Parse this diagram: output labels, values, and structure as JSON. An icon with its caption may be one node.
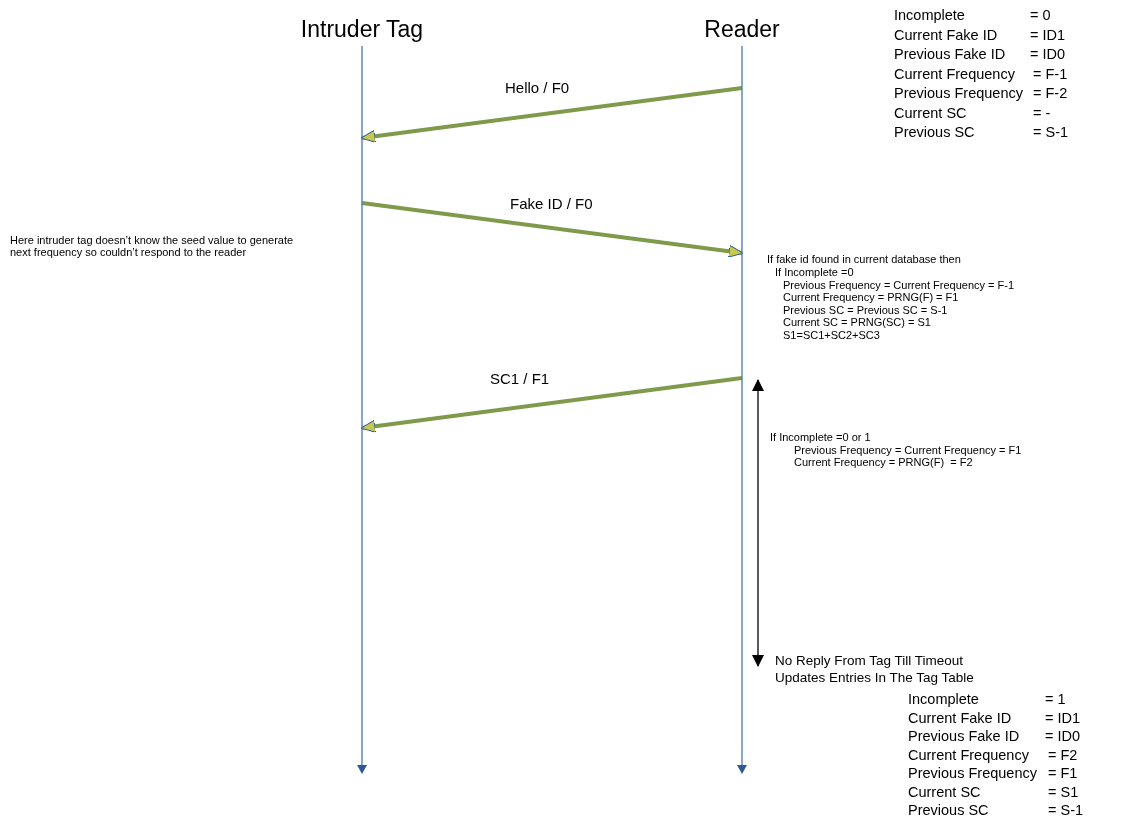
{
  "diagram": {
    "nodes": [
      {
        "text": [
          "Intruder Tag"
        ]
      },
      {
        "text": [
          "Reader"
        ]
      }
    ],
    "edges": [
      {
        "from": 1,
        "to": 0,
        "arrow": "to",
        "label": "Hello / F0"
      },
      {
        "from": 0,
        "to": 1,
        "arrow": "to",
        "label": "Fake ID / F0"
      },
      {
        "from": 1,
        "to": 0,
        "arrow": "to",
        "label": "SC1 / F1"
      }
    ],
    "labels": [
      "Incomplete",
      "= 0",
      "Current Fake ID",
      "= ID1",
      "Previous Fake ID",
      "= ID0",
      "Current Frequency",
      "= F-1",
      "Previous Frequency",
      "= F-2",
      "Current SC",
      "= -",
      "Previous SC",
      "= S-1",
      "Here intruder tag doesn’t know the seed value to generate next frequency so couldn’t respond to the reader",
      "If fake id found in current database then",
      "If Incomplete =0",
      "Previous Frequency = Current Frequency = F-1",
      "Current Frequency = PRNG(F) = F1",
      "Previous SC = Previous SC = S-1",
      "Current SC = PRNG(SC) = S1",
      "S1=SC1+SC2+SC3",
      "If Incomplete =0 or 1",
      "Previous Frequency = Current Frequency = F1",
      "Current Frequency = PRNG(F)  = F2",
      "No Reply From Tag Till Timeout",
      "Updates Entries In The Tag Table",
      "Incomplete",
      "= 1",
      "Current Fake ID",
      "= ID1",
      "Previous Fake ID",
      "= ID0",
      "Current Frequency",
      "= F2",
      "Previous Frequency",
      "= F1",
      "Current SC",
      "= S1",
      "Previous SC",
      "= S-1"
    ]
  }
}
